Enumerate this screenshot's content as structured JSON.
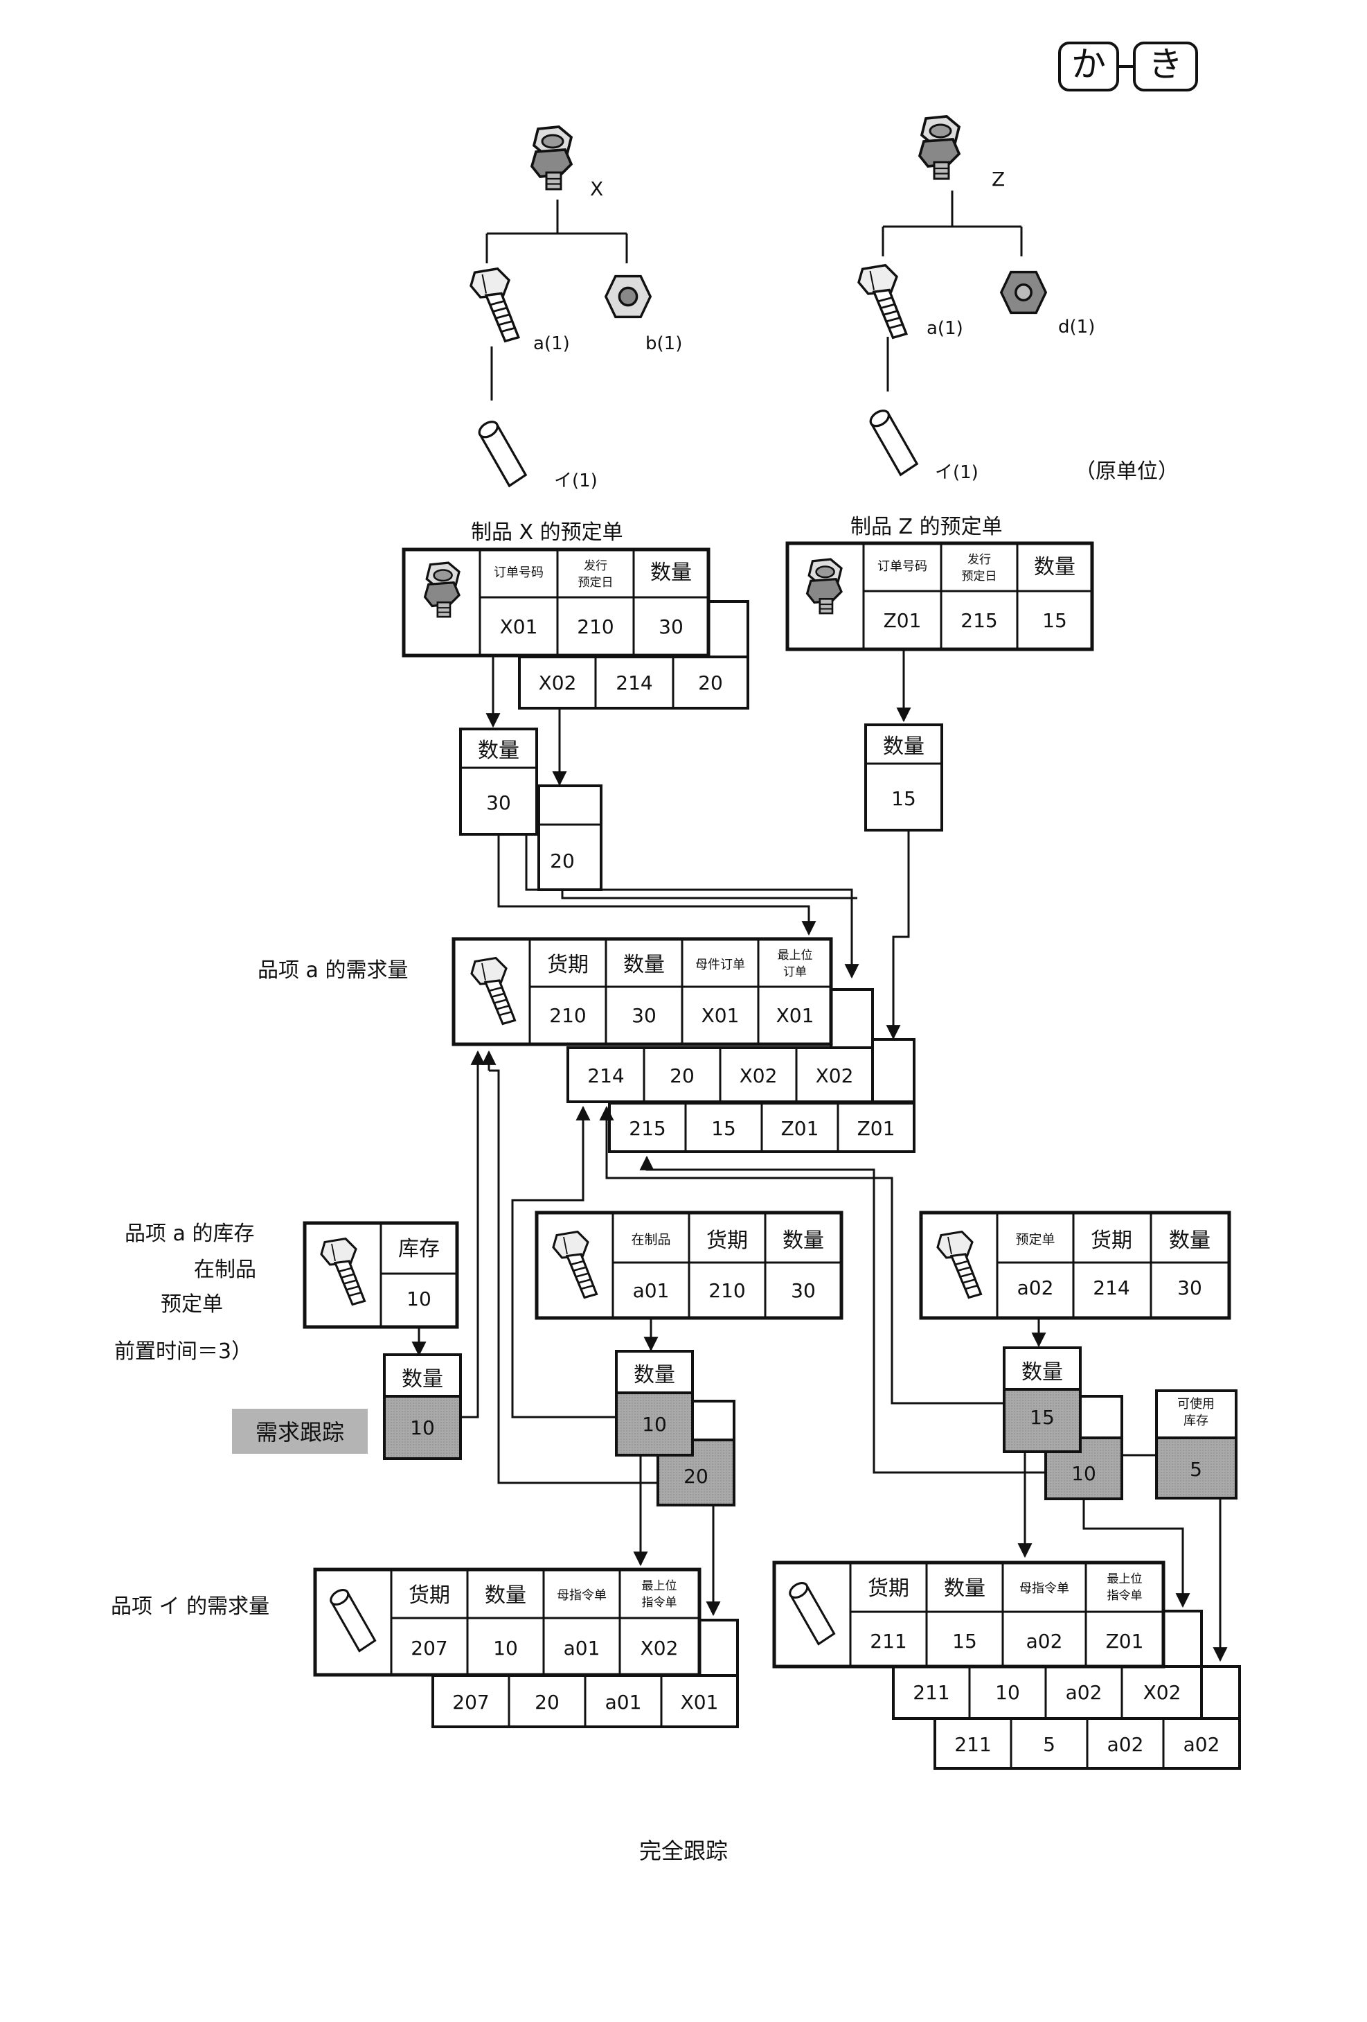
{
  "corner_badge": {
    "left": "か",
    "right": "き"
  },
  "bom": {
    "x": {
      "parent": "X",
      "child_a": "a(1)",
      "child_b": "b(1)",
      "leaf": "イ(1)"
    },
    "z": {
      "parent": "Z",
      "child_a": "a(1)",
      "child_d": "d(1)",
      "leaf": "イ(1)"
    },
    "unit_note": "（原单位）"
  },
  "x_orders": {
    "title": "制品 X 的预定单",
    "headers": [
      "订单号码",
      "发行\n预定日",
      "数量"
    ],
    "rows": [
      [
        "X01",
        "210",
        "30"
      ],
      [
        "X02",
        "214",
        "20"
      ]
    ]
  },
  "z_orders": {
    "title": "制品 Z 的预定单",
    "headers": [
      "订单号码",
      "发行\n预定日",
      "数量"
    ],
    "rows": [
      [
        "Z01",
        "215",
        "15"
      ]
    ]
  },
  "x_qty": {
    "header": "数量",
    "values": [
      "30",
      "20"
    ]
  },
  "z_qty": {
    "header": "数量",
    "values": [
      "15"
    ]
  },
  "item_a_demand": {
    "label": "品项 a 的需求量",
    "headers": [
      "货期",
      "数量",
      "母件订单",
      "最上位\n订单"
    ],
    "rows": [
      [
        "210",
        "30",
        "X01",
        "X01"
      ],
      [
        "214",
        "20",
        "X02",
        "X02"
      ],
      [
        "215",
        "15",
        "Z01",
        "Z01"
      ]
    ]
  },
  "item_a_stock": {
    "label_lines": [
      "品项 a 的库存",
      "在制品",
      "预定单",
      "前置时间＝3）"
    ],
    "header": "库存",
    "value": "10"
  },
  "pegging_label": "需求跟踪",
  "stock_alloc": {
    "header": "数量",
    "value": "10"
  },
  "wip": {
    "headers": [
      "在制品",
      "货期",
      "数量"
    ],
    "row": [
      "a01",
      "210",
      "30"
    ]
  },
  "wip_alloc": {
    "header": "数量",
    "values": [
      "10",
      "20"
    ]
  },
  "planned": {
    "headers": [
      "预定单",
      "货期",
      "数量"
    ],
    "row": [
      "a02",
      "214",
      "30"
    ]
  },
  "planned_alloc": {
    "header": "数量",
    "values": [
      "15",
      "10"
    ]
  },
  "available_stock": {
    "header": "可使用\n库存",
    "value": "5"
  },
  "item_i_demand": {
    "label": "品项 イ 的需求量",
    "left": {
      "headers": [
        "货期",
        "数量",
        "母指令单",
        "最上位\n指令单"
      ],
      "rows": [
        [
          "207",
          "10",
          "a01",
          "X02"
        ],
        [
          "207",
          "20",
          "a01",
          "X01"
        ]
      ]
    },
    "right": {
      "headers": [
        "货期",
        "数量",
        "母指令单",
        "最上位\n指令单"
      ],
      "rows": [
        [
          "211",
          "15",
          "a02",
          "Z01"
        ],
        [
          "211",
          "10",
          "a02",
          "X02"
        ],
        [
          "211",
          "5",
          "a02",
          "a02"
        ]
      ]
    }
  },
  "caption": "完全跟踪",
  "colors": {
    "line": "#111111",
    "shade": "#a9a9a9",
    "label_bg": "#b4b4b4"
  }
}
